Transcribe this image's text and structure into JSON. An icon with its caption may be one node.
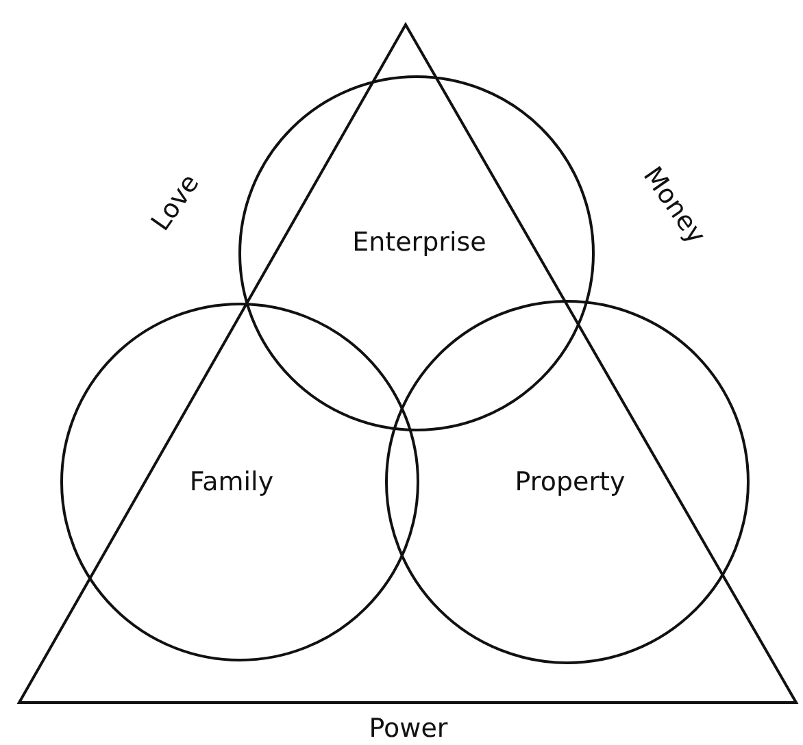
{
  "diagram": {
    "nodes": [
      {
        "text": [
          "Enterprise"
        ]
      },
      {
        "text": [
          "Family"
        ]
      },
      {
        "text": [
          "Property"
        ]
      }
    ],
    "edges": [],
    "labels": [
      "Love",
      "Money",
      "Power"
    ]
  }
}
